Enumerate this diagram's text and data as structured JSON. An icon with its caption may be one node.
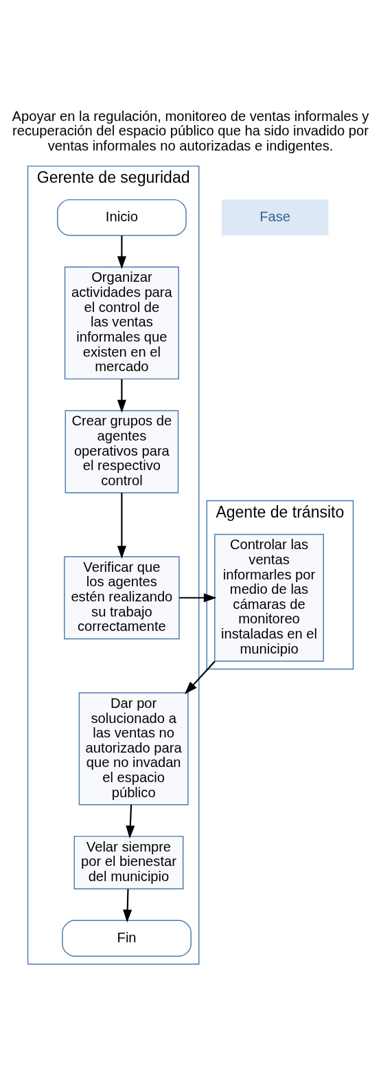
{
  "diagram": {
    "title": "Apoyar en la regulación, monitoreo de ventas informales y recuperación del espacio público que ha sido invadido por ventas informales no autorizadas e indigentes.",
    "nodes": [
      {
        "text": [
          "Gerente de seguridad"
        ]
      },
      {
        "text": [
          "Agente de tránsito"
        ]
      },
      {
        "text": [
          "Inicio"
        ],
        "in": 0
      },
      {
        "text": [
          "Organizar actividades para el control de las ventas informales que existen en el mercado"
        ],
        "in": 0
      },
      {
        "text": [
          "Crear grupos de agentes operativos para el respectivo control"
        ],
        "in": 0
      },
      {
        "text": [
          "Verificar que los agentes estén realizando su trabajo correctamente"
        ],
        "in": 0
      },
      {
        "text": [
          "Controlar las ventas informarles por medio de las cámaras de monitoreo instaladas en el municipio"
        ],
        "in": 1
      },
      {
        "text": [
          "Dar por solucionado a las ventas no autorizado para que no invadan el espacio público"
        ],
        "in": 0
      },
      {
        "text": [
          "Velar siempre por el bienestar del municipio"
        ],
        "in": 0
      },
      {
        "text": [
          "Fin"
        ],
        "in": 0
      }
    ],
    "edges": [
      {
        "from": 2,
        "to": 3,
        "arrow": "to"
      },
      {
        "from": 3,
        "to": 4,
        "arrow": "to"
      },
      {
        "from": 4,
        "to": 5,
        "arrow": "to"
      },
      {
        "from": 5,
        "to": 6,
        "arrow": "to"
      },
      {
        "from": 6,
        "to": 7,
        "arrow": "to"
      },
      {
        "from": 7,
        "to": 8,
        "arrow": "to"
      },
      {
        "from": 8,
        "to": 9,
        "arrow": "to"
      }
    ],
    "labels": [
      "Fase"
    ]
  }
}
